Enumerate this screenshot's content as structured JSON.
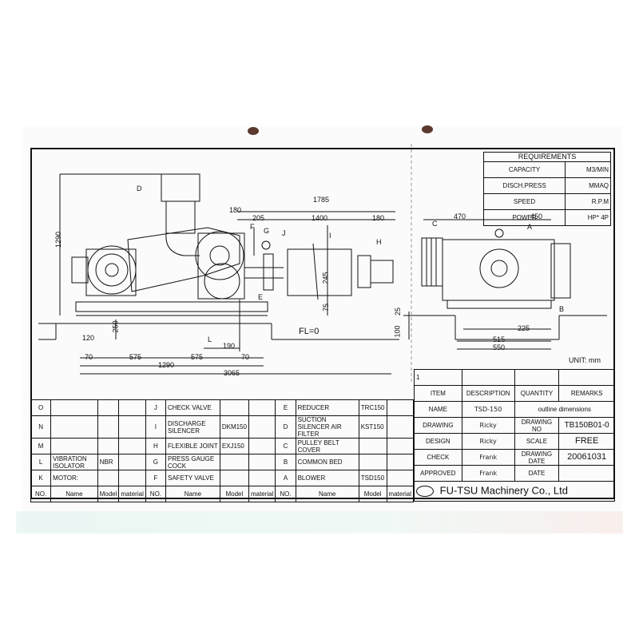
{
  "requirements": {
    "title": "REQUIREMENTS",
    "rows": [
      {
        "label": "CAPACITY",
        "value": "M3/MIN"
      },
      {
        "label": "DISCH.PRESS",
        "value": "MMAQ"
      },
      {
        "label": "SPEED",
        "value": "R.P.M"
      },
      {
        "label": "POWER",
        "value": "HP* 4P"
      }
    ]
  },
  "drawing": {
    "dims": {
      "d1290v": "1290",
      "d180a": "180",
      "d1785": "1785",
      "d205": "205",
      "d1400": "1400",
      "d180b": "180",
      "d470": "470",
      "d450": "450",
      "d245": "245",
      "d75": "75",
      "d250": "250",
      "d120": "120",
      "d190": "190",
      "d70a": "70",
      "d575a": "575",
      "d575b": "575",
      "d70b": "70",
      "d1290h": "1290",
      "d3065": "3065",
      "d25": "25",
      "d100": "100",
      "d225": "225",
      "d515": "515",
      "d550": "550"
    },
    "labels": {
      "D": "D",
      "F": "F",
      "G": "G",
      "J": "J",
      "I": "I",
      "H": "H",
      "E": "E",
      "L": "L",
      "C": "C",
      "A": "A",
      "B": "B"
    },
    "fl": "FL=0",
    "unit": "UNIT: mm"
  },
  "title_block": {
    "item_header": {
      "item": "ITEM",
      "description": "DESCRIPTION",
      "quantity": "QUANTITY",
      "remarks": "REMARKS"
    },
    "item_row": {
      "item": "1"
    },
    "name_label": "NAME",
    "name_value": "TSD-150",
    "name_sub": "outline dimensions",
    "drawing_label": "DRAWING",
    "drawing_value": "Ricky",
    "drawing_no_label": "DRAWING NO",
    "drawing_no_value": "TB150B01-0",
    "design_label": "DESIGN",
    "design_value": "Ricky",
    "scale_label": "SCALE",
    "scale_value": "FREE",
    "check_label": "CHECK",
    "check_value": "Frank",
    "date_label": "DRAWING DATE",
    "date_value": "20061031",
    "approved_label": "APPROVED",
    "approved_value": "Frank",
    "date2_label": "DATE",
    "company": "FU-TSU Machinery Co., Ltd"
  },
  "parts": {
    "col1": [
      {
        "no": "O",
        "name": "",
        "model": "",
        "material": ""
      },
      {
        "no": "N",
        "name": "",
        "model": "",
        "material": ""
      },
      {
        "no": "M",
        "name": "",
        "model": "",
        "material": ""
      },
      {
        "no": "L",
        "name": "VIBRATION ISOLATOR",
        "model": "NBR",
        "material": ""
      },
      {
        "no": "K",
        "name": "MOTOR:",
        "model": "",
        "material": ""
      }
    ],
    "col2": [
      {
        "no": "J",
        "name": "CHECK VALVE",
        "model": "",
        "material": ""
      },
      {
        "no": "I",
        "name": "DISCHARGE SILENCER",
        "model": "DKM150",
        "material": ""
      },
      {
        "no": "H",
        "name": "FLEXIBLE JOINT",
        "model": "EXJ150",
        "material": ""
      },
      {
        "no": "G",
        "name": "PRESS GAUGE COCK",
        "model": "",
        "material": ""
      },
      {
        "no": "F",
        "name": "SAFETY VALVE",
        "model": "",
        "material": ""
      }
    ],
    "col3": [
      {
        "no": "E",
        "name": "REDUCER",
        "model": "TRC150",
        "material": ""
      },
      {
        "no": "D",
        "name": "SUCTION SILENCER AIR FILTER",
        "model": "KST150",
        "material": ""
      },
      {
        "no": "C",
        "name": "PULLEY BELT COVER",
        "model": "",
        "material": ""
      },
      {
        "no": "B",
        "name": "COMMON BED",
        "model": "",
        "material": ""
      },
      {
        "no": "A",
        "name": "BLOWER",
        "model": "TSD150",
        "material": ""
      }
    ],
    "header": {
      "no": "NO.",
      "name": "Name",
      "model": "Model",
      "material": "material"
    }
  }
}
